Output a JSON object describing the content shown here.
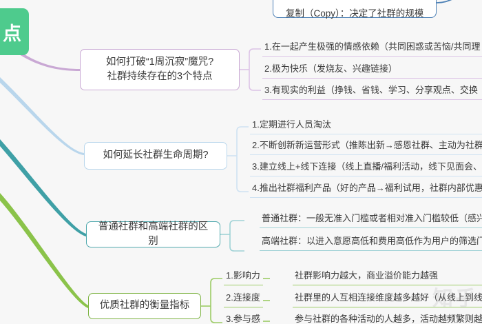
{
  "diagram": {
    "type": "mindmap",
    "background_color": "#f7f7f7",
    "watermark": "知乎",
    "root": {
      "label": "点",
      "fill_color": "#4ecb8d",
      "text_color": "#ffffff",
      "note": "partially cropped at left edge"
    },
    "orphan_top_node": {
      "label": "复制（Copy）：决定了社群的规模",
      "border_color": "#4a7fb5",
      "note": "box cropped at top edge of screenshot"
    },
    "branches": [
      {
        "id": "branch-1",
        "label": "如何打破“1周沉寂”魔咒?\n社群持续存在的3个特点",
        "color": "#c9a8d4",
        "leaf_color": "#dcc3e6",
        "children": [
          "1.在一起产生极强的情感依赖（共同困惑或苦恼/共同理",
          "2.极为快乐（发烧友、兴趣链接）",
          "3.有现实的利益（挣钱、省钱、学习、分享观点、交换"
        ]
      },
      {
        "id": "branch-2",
        "label": "如何延长社群生命周期?",
        "color": "#b9d6ec",
        "leaf_color": "#cfe2f2",
        "children": [
          "1.定期进行人员淘汰",
          "2.不断创新新运营形式（推陈出新→感恩社群、主动为社群",
          "3.建立线上+线下连接（线上直播/福利活动，线下见面会、",
          "4.推出社群福利产品（好的产品→福利试用，社群内部优惠"
        ]
      },
      {
        "id": "branch-3",
        "label": "普通社群和高端社群的区别",
        "color": "#4fa8ad",
        "leaf_color": "#9fd2d6",
        "children": [
          "普通社群：一般无准入门槛或者相对准入门槛较低（感兴",
          "高端社群：以进入意愿高低和费用高低作为用户的筛选门"
        ]
      },
      {
        "id": "branch-4",
        "label": "优质社群的衡量指标",
        "color": "#7cb342",
        "leaf_color": "#9ccc65",
        "children": [
          "1.影响力",
          "2.连接度",
          "3.参与感"
        ],
        "grandchildren": [
          "社群影响力越大，商业溢价能力越强",
          "社群里的人互相连接维度越多越好（从线上到线",
          "参与社群的各种活动的人越多，活动越频繁则越"
        ]
      }
    ]
  }
}
